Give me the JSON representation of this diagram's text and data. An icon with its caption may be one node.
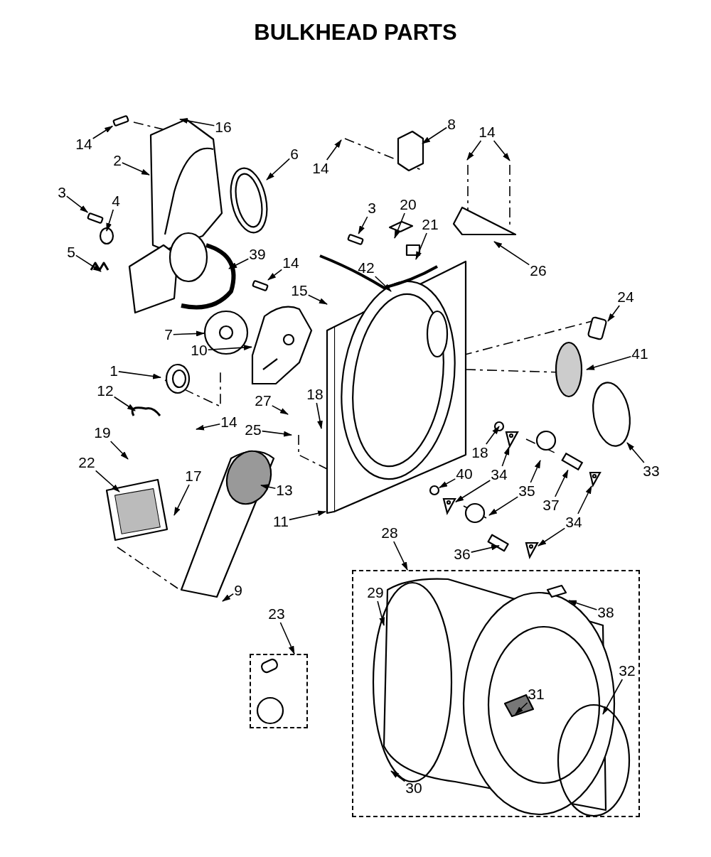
{
  "diagram": {
    "title": "BULKHEAD PARTS",
    "nodes": [
      {
        "text": [
          "14"
        ]
      },
      {
        "text": [
          "16"
        ]
      },
      {
        "text": [
          "2"
        ]
      },
      {
        "text": [
          "6"
        ]
      },
      {
        "text": [
          "3"
        ]
      },
      {
        "text": [
          "4"
        ]
      },
      {
        "text": [
          "5"
        ]
      },
      {
        "text": [
          "39"
        ]
      },
      {
        "text": [
          "14"
        ]
      },
      {
        "text": [
          "15"
        ]
      },
      {
        "text": [
          "7"
        ]
      },
      {
        "text": [
          "10"
        ]
      },
      {
        "text": [
          "1"
        ]
      },
      {
        "text": [
          "12"
        ]
      },
      {
        "text": [
          "14"
        ]
      },
      {
        "text": [
          "19"
        ]
      },
      {
        "text": [
          "22"
        ]
      },
      {
        "text": [
          "17"
        ]
      },
      {
        "text": [
          "13"
        ]
      },
      {
        "text": [
          "27"
        ]
      },
      {
        "text": [
          "18"
        ]
      },
      {
        "text": [
          "25"
        ]
      },
      {
        "text": [
          "11"
        ]
      },
      {
        "text": [
          "9"
        ]
      },
      {
        "text": [
          "14"
        ]
      },
      {
        "text": [
          "8"
        ]
      },
      {
        "text": [
          "14"
        ]
      },
      {
        "text": [
          "3"
        ]
      },
      {
        "text": [
          "20"
        ]
      },
      {
        "text": [
          "21"
        ]
      },
      {
        "text": [
          "42"
        ]
      },
      {
        "text": [
          "26"
        ]
      },
      {
        "text": [
          "24"
        ]
      },
      {
        "text": [
          "41"
        ]
      },
      {
        "text": [
          "33"
        ]
      },
      {
        "text": [
          "18"
        ]
      },
      {
        "text": [
          "40"
        ]
      },
      {
        "text": [
          "34"
        ]
      },
      {
        "text": [
          "35"
        ]
      },
      {
        "text": [
          "37"
        ]
      },
      {
        "text": [
          "34"
        ]
      },
      {
        "text": [
          "36"
        ]
      },
      {
        "text": [
          "28"
        ]
      },
      {
        "text": [],
        "shape": "box"
      },
      {
        "text": [
          "29"
        ],
        "in": 43
      },
      {
        "text": [
          "38"
        ],
        "in": 43
      },
      {
        "text": [
          "31"
        ],
        "in": 43
      },
      {
        "text": [
          "32"
        ],
        "in": 43
      },
      {
        "text": [
          "30"
        ],
        "in": 43
      },
      {
        "text": [
          "23"
        ]
      },
      {
        "text": [],
        "shape": "box"
      },
      {
        "text": [],
        "shape": "box"
      },
      {
        "text": [],
        "shape": "box"
      },
      {
        "text": [],
        "shape": "box"
      },
      {
        "text": [],
        "shape": "picture"
      },
      {
        "text": [],
        "shape": "box"
      },
      {
        "text": [],
        "shape": "picture"
      },
      {
        "text": [],
        "shape": "picture"
      },
      {
        "text": [],
        "shape": "box"
      },
      {
        "text": [],
        "shape": "picture"
      },
      {
        "text": [],
        "shape": "picture"
      },
      {
        "text": [],
        "shape": "circle"
      },
      {
        "text": [],
        "shape": "picture"
      }
    ],
    "edges": [
      {
        "from": 0,
        "to": 51,
        "arrow": "to"
      },
      {
        "from": 1,
        "to": null,
        "arrow": "to"
      },
      {
        "from": 2,
        "to": null,
        "arrow": "to"
      },
      {
        "from": 3,
        "to": null,
        "arrow": "to"
      },
      {
        "from": 4,
        "to": 52,
        "arrow": "to"
      },
      {
        "from": 5,
        "to": null,
        "arrow": "to"
      },
      {
        "from": 6,
        "to": null,
        "arrow": "to"
      },
      {
        "from": 7,
        "to": null,
        "arrow": "to"
      },
      {
        "from": 8,
        "to": 53,
        "arrow": "to"
      },
      {
        "from": 9,
        "to": null,
        "arrow": "to"
      },
      {
        "from": 10,
        "to": 54,
        "arrow": "to"
      },
      {
        "from": 11,
        "to": 60,
        "arrow": "to"
      },
      {
        "from": 12,
        "to": null,
        "arrow": "to"
      },
      {
        "from": 13,
        "to": null,
        "arrow": "to"
      },
      {
        "from": 14,
        "to": null,
        "arrow": "to"
      },
      {
        "from": 15,
        "to": null,
        "arrow": "to"
      },
      {
        "from": 16,
        "to": null,
        "arrow": "to"
      },
      {
        "from": 17,
        "to": null,
        "arrow": "to"
      },
      {
        "from": 18,
        "to": null,
        "arrow": "to"
      },
      {
        "from": 19,
        "to": null,
        "arrow": "to"
      },
      {
        "from": 20,
        "to": null,
        "arrow": "to"
      },
      {
        "from": 21,
        "to": null,
        "arrow": "to"
      },
      {
        "from": 22,
        "to": null,
        "arrow": "to"
      },
      {
        "from": 23,
        "to": null,
        "arrow": "to"
      },
      {
        "from": 24,
        "to": null,
        "arrow": "to"
      },
      {
        "from": 25,
        "to": null,
        "arrow": "to"
      },
      {
        "from": 26,
        "to": null,
        "arrow": "to"
      },
      {
        "from": 26,
        "to": null,
        "arrow": "to"
      },
      {
        "from": 27,
        "to": 55,
        "arrow": "to"
      },
      {
        "from": 28,
        "to": null,
        "arrow": "to"
      },
      {
        "from": 29,
        "to": null,
        "arrow": "to"
      },
      {
        "from": 30,
        "to": null,
        "arrow": "to"
      },
      {
        "from": 31,
        "to": null,
        "arrow": "to"
      },
      {
        "from": 32,
        "to": null,
        "arrow": "to"
      },
      {
        "from": 33,
        "to": null,
        "arrow": "to"
      },
      {
        "from": 34,
        "to": null,
        "arrow": "to"
      },
      {
        "from": 35,
        "to": null,
        "arrow": "to"
      },
      {
        "from": 36,
        "to": 61,
        "arrow": "to"
      },
      {
        "from": 37,
        "to": 56,
        "arrow": "to"
      },
      {
        "from": 37,
        "to": 57,
        "arrow": "to"
      },
      {
        "from": 38,
        "to": null,
        "arrow": "to"
      },
      {
        "from": 38,
        "to": null,
        "arrow": "to"
      },
      {
        "from": 39,
        "to": 58,
        "arrow": "to"
      },
      {
        "from": 40,
        "to": 62,
        "arrow": "to"
      },
      {
        "from": 40,
        "to": 59,
        "arrow": "to"
      },
      {
        "from": 41,
        "to": null,
        "arrow": "to"
      },
      {
        "from": 42,
        "to": 43,
        "arrow": "to"
      },
      {
        "from": 44,
        "to": null,
        "arrow": "to"
      },
      {
        "from": 45,
        "to": null,
        "arrow": "to"
      },
      {
        "from": 46,
        "to": null,
        "arrow": "to"
      },
      {
        "from": 47,
        "to": null,
        "arrow": "to"
      },
      {
        "from": 48,
        "to": null,
        "arrow": "to"
      },
      {
        "from": 49,
        "to": 50,
        "arrow": "to"
      }
    ]
  }
}
